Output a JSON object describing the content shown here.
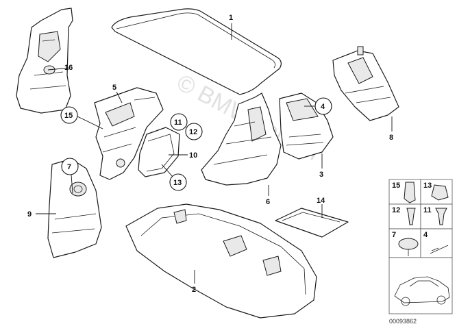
{
  "diagram": {
    "watermark": "© BMWstore.pl",
    "image_code": "00093862",
    "callouts": {
      "c1": "1",
      "c2": "2",
      "c3": "3",
      "c4": "4",
      "c5": "5",
      "c6": "6",
      "c7": "7",
      "c8": "8",
      "c9": "9",
      "c10": "10",
      "c11": "11",
      "c12": "12",
      "c13": "13",
      "c14": "14",
      "c15": "15",
      "c16": "16"
    },
    "legend": {
      "cells": [
        "15",
        "13",
        "12",
        "11",
        "7",
        "4"
      ]
    }
  }
}
